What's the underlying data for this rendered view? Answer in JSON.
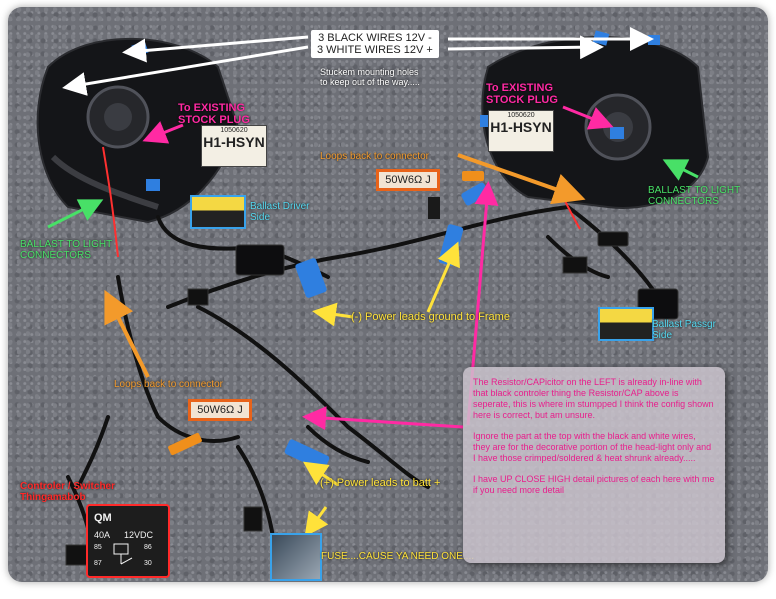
{
  "annotations": {
    "wires_banner": {
      "line1": "3 BLACK WIRES 12V -",
      "line2": "3 WHITE WIRES 12V +"
    },
    "mounting_note": {
      "line1": "Stuckem mounting holes",
      "line2": "to keep out of the way....."
    },
    "stock_plug_left": {
      "line1": "To EXISTING",
      "line2": "STOCK PLUG"
    },
    "stock_plug_right": {
      "line1": "To EXISTING",
      "line2": "STOCK PLUG"
    },
    "bulb_sticker_left": {
      "code": "1050620",
      "model": "H1-HSYN"
    },
    "bulb_sticker_right": {
      "code": "1050620",
      "model": "H1-HSYN"
    },
    "loops_back_top": "Loops back to connector",
    "loops_back_bottom": "Loops back to connector",
    "part_tag_top": "50W6Ω J",
    "part_tag_bottom": "50W6Ω J",
    "ballast_driver": {
      "line1": "Ballast Driver",
      "line2": "Side"
    },
    "ballast_passgr": {
      "line1": "Ballast Passgr",
      "line2": "Side"
    },
    "ballast_light_left": {
      "line1": "BALLAST TO LIGHT",
      "line2": "CONNECTORS"
    },
    "ballast_light_right": {
      "line1": "BALLAST TO LIGHT",
      "line2": "CONNECTORS"
    },
    "power_ground": "(-) Power leads ground to Frame",
    "power_batt": "(+) Power leads to batt +",
    "controller": {
      "line1": "Controler / Switcher",
      "line2": "Thingamabob"
    },
    "fuse": "FUSE....CAUSE YA NEED ONE...."
  },
  "relay": {
    "brand": "QM",
    "amps": "40A",
    "volts": "12VDC",
    "pin_85": "85",
    "pin_86": "86",
    "pin_87": "87",
    "pin_30": "30"
  },
  "note": {
    "para1": "The Resistor/CAPicitor on the LEFT is already in-line with that black controler thing the Resistor/CAP above is seperate, this is where im stumpped I think the config shown here is correct, but am unsure.",
    "para2": "Ignore the part at the top with the black and white wires, they are for the decorative portion of the head-light only and I have those crimped/soldered & heat shrunk already.....",
    "para3": "I have UP CLOSE HIGH detail pictures of each here with me if you need more detail"
  },
  "colors": {
    "pink": "#ff2aa3",
    "orange": "#f39a2b",
    "green": "#48e067",
    "cyan": "#54d8f0",
    "yellow": "#ffe23a",
    "red": "#ff2a2a",
    "tape_blue": "#2f7fe0"
  },
  "icons": [
    "white-arrow",
    "pink-arrow",
    "orange-arrow",
    "green-arrow",
    "yellow-arrow"
  ]
}
